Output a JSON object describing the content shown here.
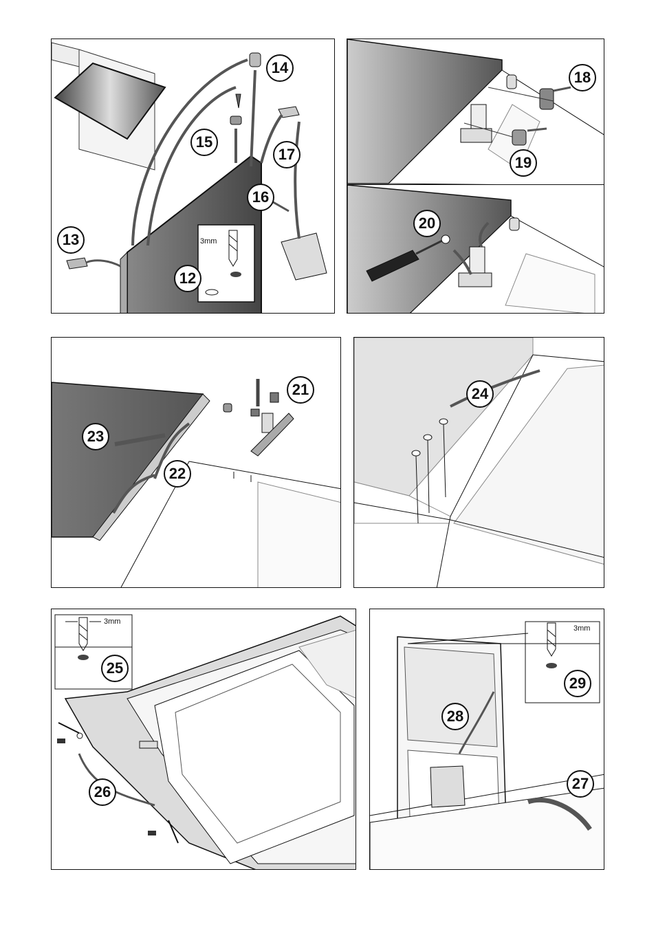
{
  "steps": {
    "s12": "12",
    "s13": "13",
    "s14": "14",
    "s15": "15",
    "s16": "16",
    "s17": "17",
    "s18": "18",
    "s19": "19",
    "s20": "20",
    "s21": "21",
    "s22": "22",
    "s23": "23",
    "s24": "24",
    "s25": "25",
    "s26": "26",
    "s27": "27",
    "s28": "28",
    "s29": "29"
  },
  "dimensions": {
    "drill_a": "3mm",
    "drill_b": "3mm",
    "drill_c": "3mm"
  }
}
